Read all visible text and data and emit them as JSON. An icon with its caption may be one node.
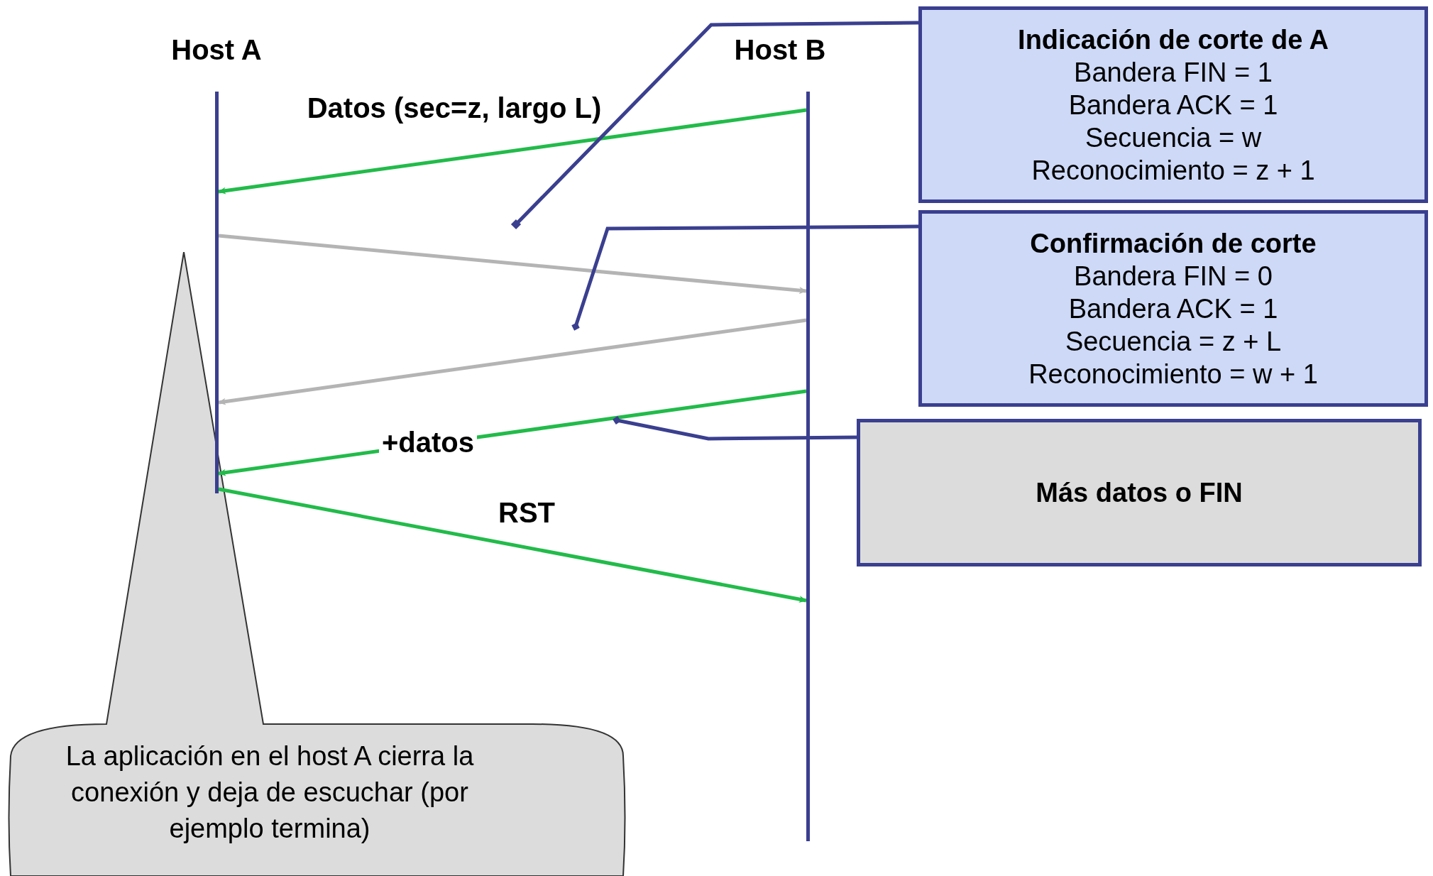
{
  "diagram": {
    "nodes": [
      {
        "text": [
          "Host A"
        ]
      },
      {
        "text": [
          "Host B"
        ]
      },
      {
        "text": [
          "Indicación de corte de A",
          "Bandera FIN = 1",
          "Bandera ACK = 1",
          "Secuencia = w",
          "Reconocimiento = z + 1"
        ]
      },
      {
        "text": [
          "Confirmación de corte",
          "Bandera FIN = 0",
          "Bandera ACK = 1",
          "Secuencia = z + L",
          "Reconocimiento = w + 1"
        ]
      },
      {
        "text": [
          "Más datos o FIN"
        ]
      },
      {
        "text": [
          "La aplicación en el host A cierra la conexión y deja de escuchar (por ejemplo termina)"
        ]
      }
    ],
    "edges": [
      {
        "from": 1,
        "to": 0,
        "arrow": "to",
        "label": "Datos (sec=z, largo L)",
        "color": "#22bb4a"
      },
      {
        "from": 0,
        "to": 1,
        "arrow": "to",
        "color": "#b4b4b4"
      },
      {
        "from": 1,
        "to": 0,
        "arrow": "to",
        "color": "#b4b4b4"
      },
      {
        "from": 1,
        "to": 0,
        "arrow": "to",
        "label": "+datos",
        "color": "#22bb4a"
      },
      {
        "from": 0,
        "to": 1,
        "arrow": "to",
        "label": "RST",
        "color": "#22bb4a"
      },
      {
        "from": 2,
        "to": null,
        "arrow": "other",
        "color": "#3a3f8f"
      },
      {
        "from": 3,
        "to": null,
        "arrow": "other",
        "color": "#3a3f8f"
      },
      {
        "from": 4,
        "to": null,
        "arrow": "other",
        "color": "#3a3f8f"
      }
    ]
  }
}
